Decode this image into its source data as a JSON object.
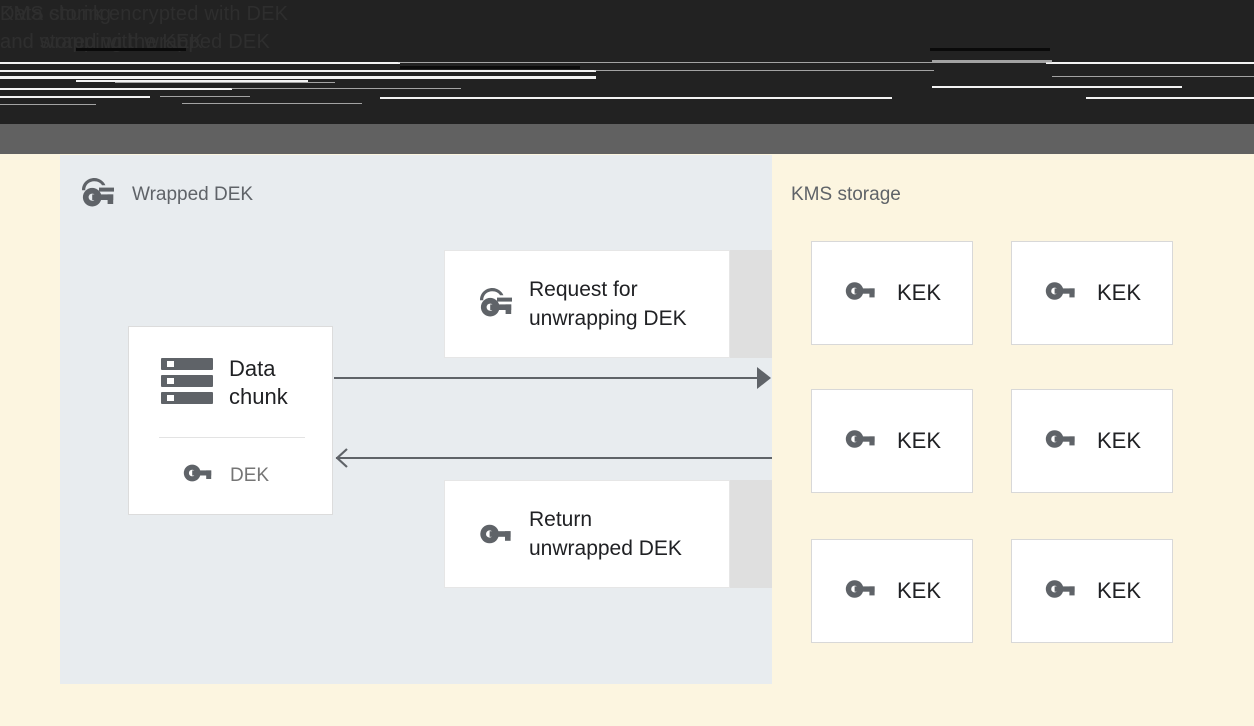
{
  "header": {
    "line1_left": "Data chunk encrypted with DEK",
    "line2_left": "and stored with wrapped DEK",
    "line1_right": "KMS storing",
    "line2_right": "and wrapping the KEK",
    "dark_band_color": "#222222",
    "gray_band_color": "#616161"
  },
  "left_panel": {
    "title": "Wrapped DEK",
    "title_icon": "key-wrapped-icon",
    "background_color": "#e8ecef",
    "data_chunk_card": {
      "icon": "storage-icon",
      "label": "Data\nchunk",
      "dek_icon": "key-icon",
      "dek_label": "DEK"
    },
    "messages": [
      {
        "icon": "key-wrapped-icon",
        "label": "Request for\nunwrapping DEK",
        "direction": "right"
      },
      {
        "icon": "key-icon",
        "label": "Return\nunwrapped DEK",
        "direction": "left"
      }
    ],
    "arrows": [
      {
        "name": "request-arrow",
        "direction": "right"
      },
      {
        "name": "return-arrow",
        "direction": "left"
      }
    ]
  },
  "right_panel": {
    "title": "KMS storage",
    "background_color": "#fcf5e0",
    "keys": [
      {
        "icon": "key-icon",
        "label": "KEK"
      },
      {
        "icon": "key-icon",
        "label": "KEK"
      },
      {
        "icon": "key-icon",
        "label": "KEK"
      },
      {
        "icon": "key-icon",
        "label": "KEK"
      },
      {
        "icon": "key-icon",
        "label": "KEK"
      },
      {
        "icon": "key-icon",
        "label": "KEK"
      }
    ]
  },
  "colors": {
    "icon_gray": "#5f6368",
    "text_dark": "#202124",
    "text_muted": "#757575",
    "cream": "#fcf5e0",
    "panel_gray_blue": "#e8ecef",
    "strip_gray": "#dfdfdf"
  }
}
